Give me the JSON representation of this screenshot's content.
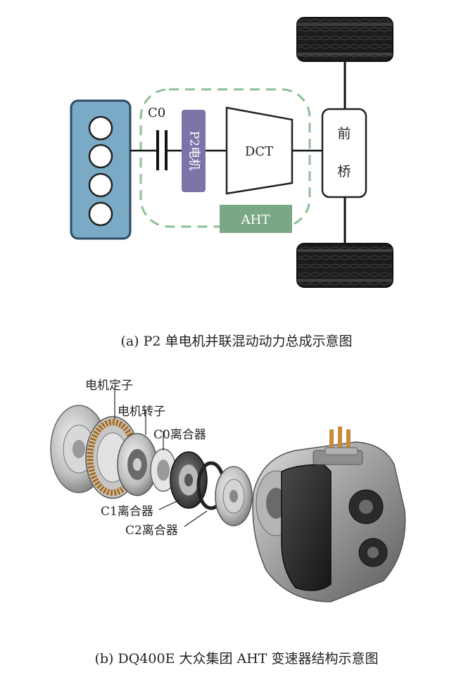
{
  "diagram_a": {
    "clutch_label": "C0",
    "motor_label": "P2电机",
    "transmission_label": "DCT",
    "aht_label": "AHT",
    "front_axle_label_1": "前",
    "front_axle_label_2": "桥",
    "caption": "(a)  P2 单电机并联混动动力总成示意图",
    "colors": {
      "engine_fill": "#7aaac6",
      "engine_stroke": "#2f4b63",
      "motor_fill": "#7b74a8",
      "aht_fill": "#7aa786",
      "dashed_border": "#8dbf93",
      "tire": "#1a1a1a"
    }
  },
  "diagram_b": {
    "labels": {
      "stator": "电机定子",
      "rotor": "电机转子",
      "c0": "C0离合器",
      "c1": "C1离合器",
      "c2": "C2离合器"
    },
    "caption": "(b)  DQ400E 大众集团 AHT 变速器结构示意图"
  }
}
